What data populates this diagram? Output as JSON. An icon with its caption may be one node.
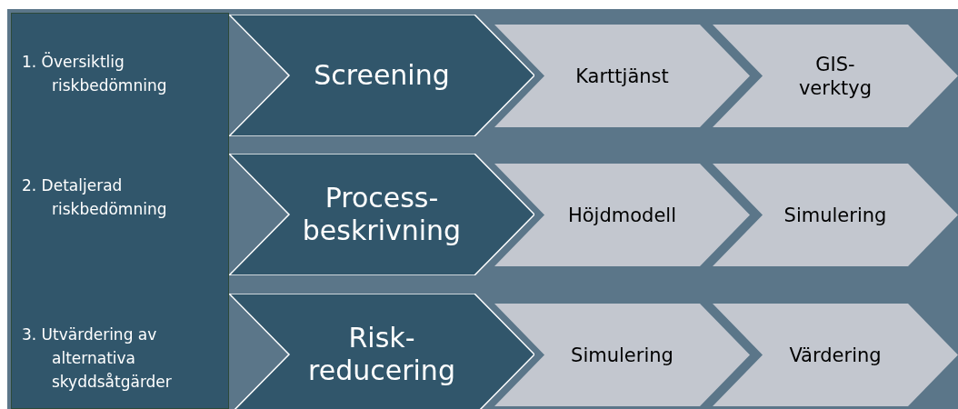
{
  "diagram": {
    "nodes": [
      {
        "text": [
          "1. Översiktlig riskbedömning",
          "2. Detaljerad riskbedömning",
          "3. Utvärdering av alternativa skyddsåtgärder"
        ]
      },
      {
        "text": [
          "Screening"
        ]
      },
      {
        "text": [
          "Karttjänst"
        ]
      },
      {
        "text": [
          "GIS- verktyg"
        ]
      },
      {
        "text": [
          "Process- beskrivning"
        ]
      },
      {
        "text": [
          "Höjdmodell"
        ]
      },
      {
        "text": [
          "Simulering"
        ]
      },
      {
        "text": [
          "Risk- reducering"
        ]
      },
      {
        "text": [
          "Simulering"
        ]
      },
      {
        "text": [
          "Värdering"
        ]
      }
    ]
  }
}
